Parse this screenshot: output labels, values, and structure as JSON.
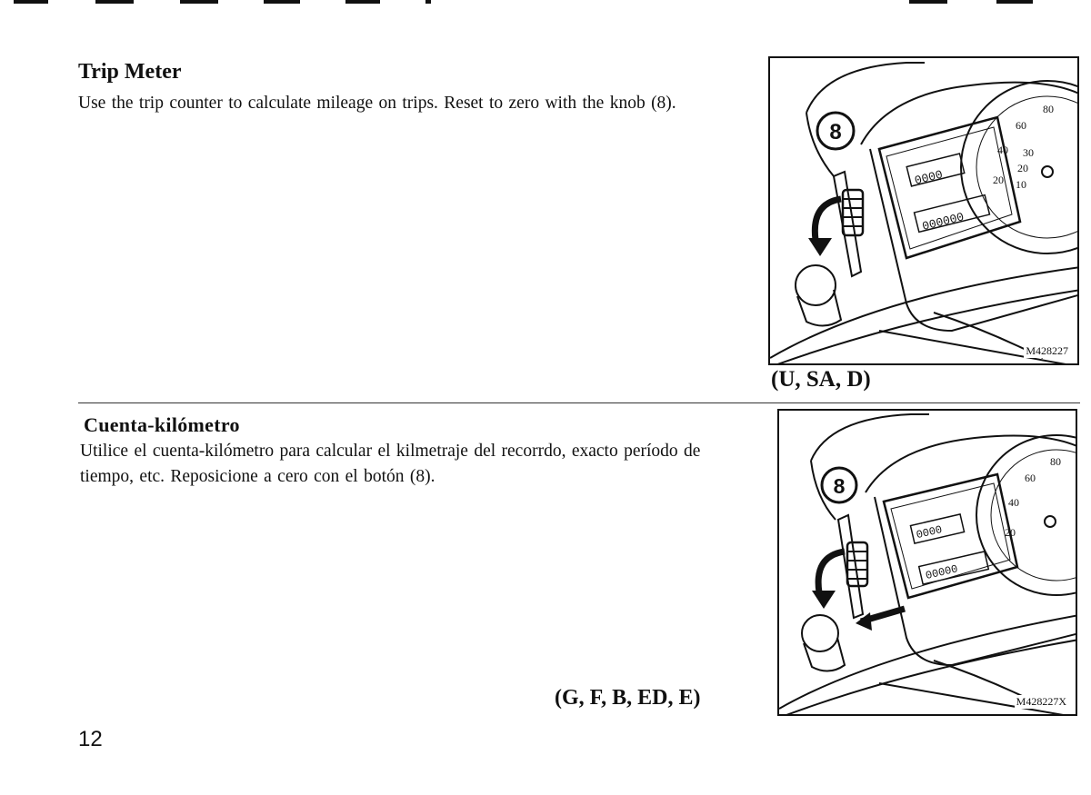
{
  "section_en": {
    "heading": "Trip Meter",
    "body": "Use the trip counter to calculate mileage on trips. Reset to zero with the knob (8)."
  },
  "section_es": {
    "heading": "Cuenta-kilómetro",
    "body": "Utilice el cuenta-kilómetro para calcular el kilmetraje del recorrdo, exacto período de tiempo, etc. Reposicione a cero con el botón (8)."
  },
  "figure_1": {
    "callout": "8",
    "figure_id": "M428227",
    "region_label": "(U, SA, D)",
    "dial_numbers": [
      "20",
      "40",
      "60",
      "80",
      "10",
      "20",
      "30"
    ],
    "trip_digits": "0000",
    "total_digits": "000000"
  },
  "figure_2": {
    "callout": "8",
    "figure_id": "M428227X",
    "region_label": "(G, F, B, ED, E)",
    "dial_numbers": [
      "20",
      "40",
      "60",
      "80"
    ],
    "trip_digits": "0000",
    "total_digits": "00000"
  },
  "page_number": "12",
  "colors": {
    "ink": "#111111",
    "paper": "#ffffff"
  }
}
